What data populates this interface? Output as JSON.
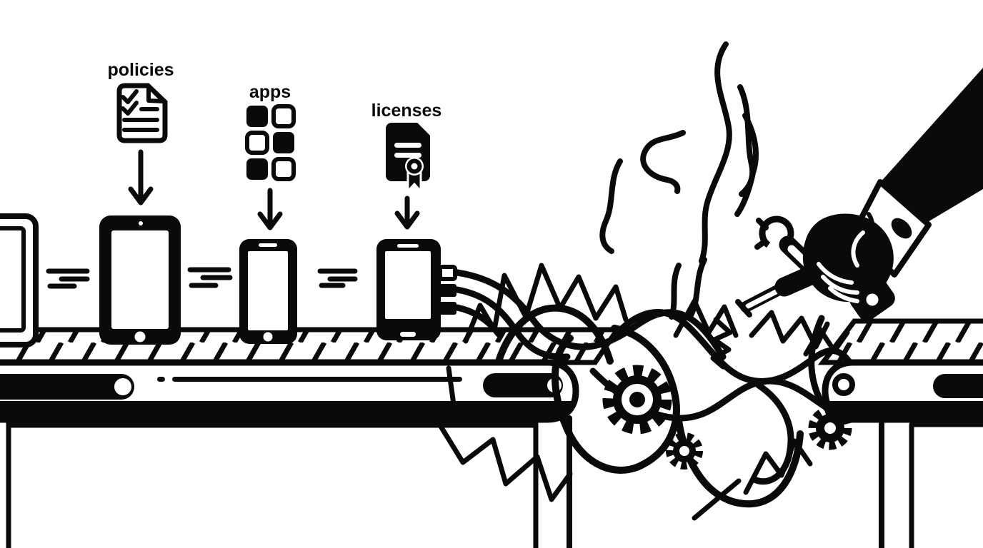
{
  "palette": {
    "ink": "#0a0a0a",
    "paper": "#ffffff"
  },
  "labels": {
    "policies": "policies",
    "apps": "apps",
    "licenses": "licenses"
  },
  "icons": [
    "policies-checklist-document-icon",
    "apps-grid-icon",
    "licenses-certificate-icon",
    "down-arrow-icon",
    "wrench-icon",
    "screwdriver-icon",
    "gear-icon",
    "smoke-wisps",
    "crash-burst",
    "conveyor-belt",
    "tablet-device",
    "phone-device",
    "repair-hand-with-tools"
  ]
}
